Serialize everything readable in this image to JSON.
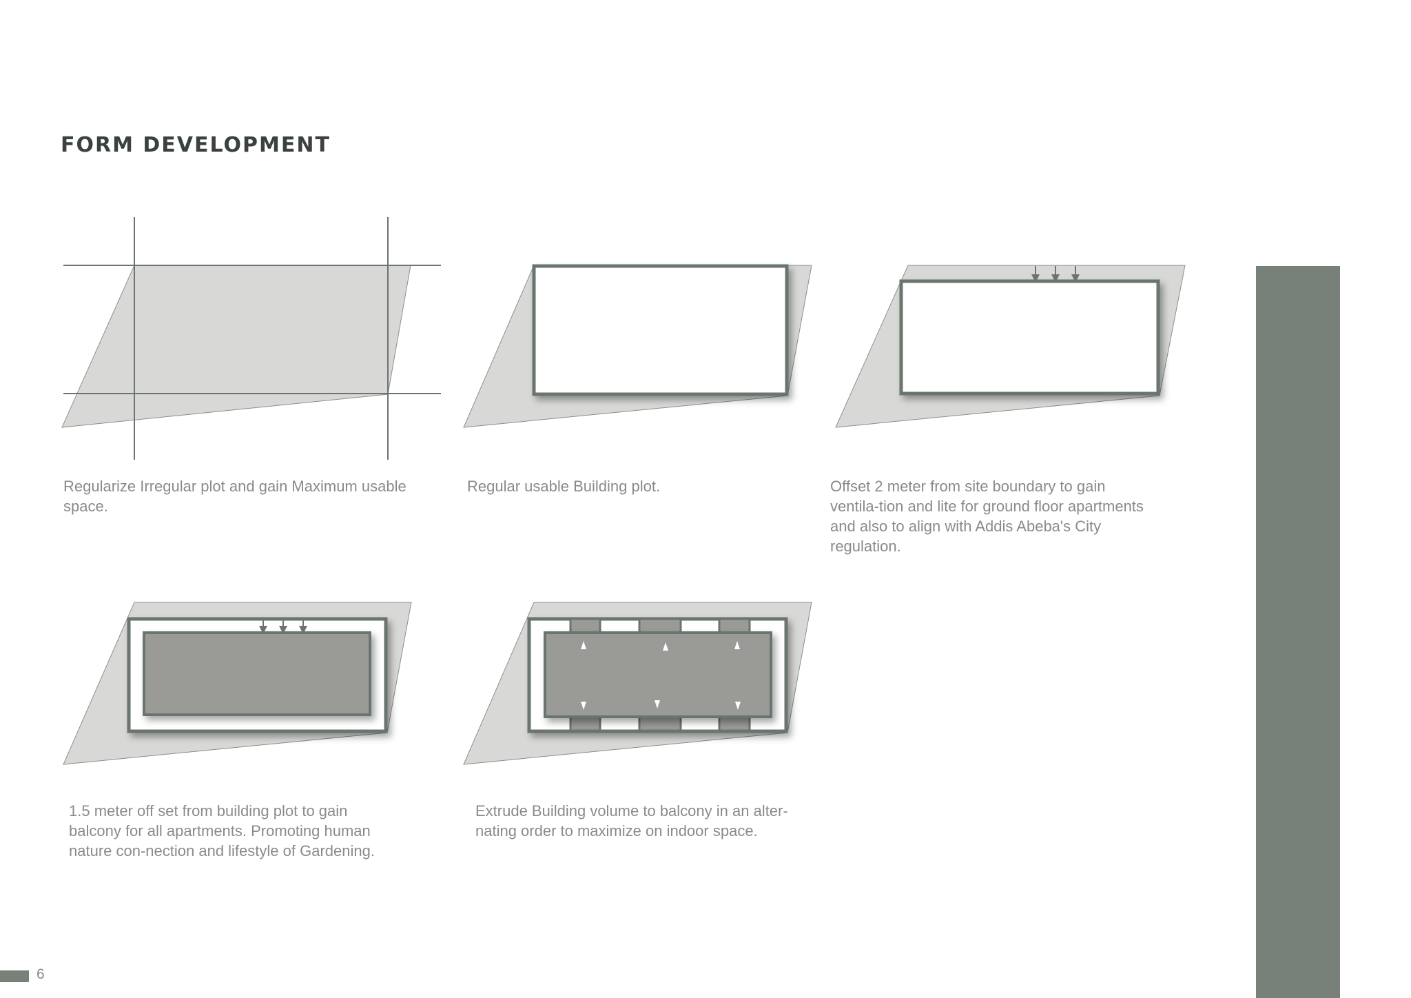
{
  "page": {
    "title": "FORM DEVELOPMENT",
    "page_number": "6"
  },
  "colors": {
    "site_fill": "#d8d9d6",
    "outline": "#6b746e",
    "volume_fill": "#9a9b97",
    "accent_bar": "#778179"
  },
  "steps": [
    {
      "caption": "Regularize Irregular plot and gain Maximum usable space."
    },
    {
      "caption": "Regular usable Building plot."
    },
    {
      "caption": "Offset 2 meter from site boundary to gain ventila-tion and lite for ground floor apartments and also to align with Addis Abeba's City regulation."
    },
    {
      "caption": "1.5 meter off set from building plot to gain balcony for all apartments. Promoting human nature con-nection and lifestyle of Gardening."
    },
    {
      "caption": "Extrude Building volume to balcony in an alter-nating order to maximize on indoor space."
    }
  ]
}
